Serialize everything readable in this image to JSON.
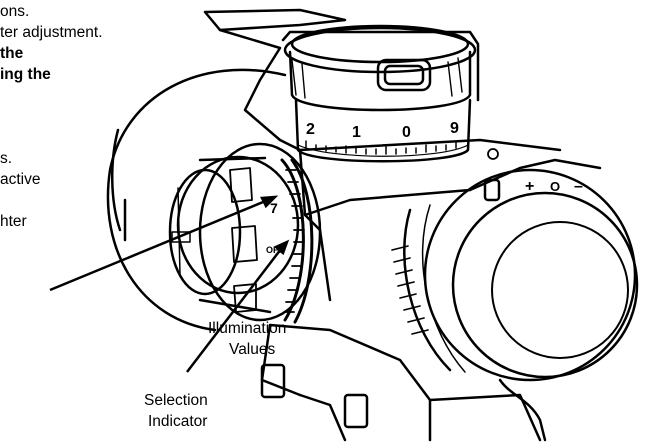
{
  "instructions": {
    "line1": "ons.",
    "line2": "ter adjustment.",
    "line3": "the",
    "line4": "ing the",
    "line5": "s.",
    "line6": "active",
    "line7": "hter"
  },
  "callouts": {
    "illumination_line1": "Illumination",
    "illumination_line2": "Values",
    "selection_line1": "Selection",
    "selection_line2": "Indicator"
  },
  "dial": {
    "turret_numbers": [
      "2",
      "1",
      "0",
      "9"
    ],
    "ring_labels": [
      "7",
      "OFF"
    ],
    "side_marks": [
      "+",
      "O",
      "–"
    ]
  }
}
